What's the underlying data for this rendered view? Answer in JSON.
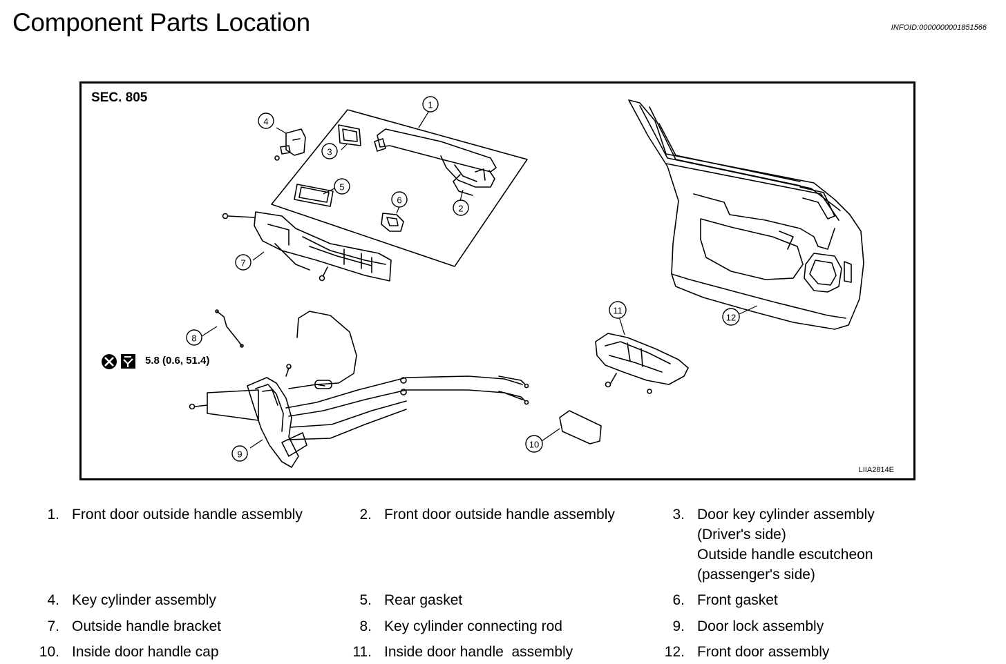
{
  "header": {
    "title": "Component Parts Location",
    "info_id": "INFOID:0000000001851566"
  },
  "figure": {
    "section": "SEC. 805",
    "torque_spec": "5.8 (0.6, 51.4)",
    "figure_code": "LIIA2814E",
    "callouts": [
      "1",
      "2",
      "3",
      "4",
      "5",
      "6",
      "7",
      "8",
      "9",
      "10",
      "11",
      "12"
    ]
  },
  "legend": [
    {
      "num": "1.",
      "text": "Front door outside handle assembly"
    },
    {
      "num": "2.",
      "text": "Front door outside handle assembly"
    },
    {
      "num": "3.",
      "text": "Door key cylinder assembly\n(Driver's side)\nOutside handle escutcheon\n(passenger's side)"
    },
    {
      "num": "4.",
      "text": "Key cylinder assembly"
    },
    {
      "num": "5.",
      "text": "Rear gasket"
    },
    {
      "num": "6.",
      "text": "Front gasket"
    },
    {
      "num": "7.",
      "text": "Outside handle bracket"
    },
    {
      "num": "8.",
      "text": "Key cylinder connecting rod"
    },
    {
      "num": "9.",
      "text": "Door lock assembly"
    },
    {
      "num": "10.",
      "text": "Inside door handle cap"
    },
    {
      "num": "11.",
      "text": "Inside door handle  assembly"
    },
    {
      "num": "12.",
      "text": "Front door assembly"
    }
  ]
}
